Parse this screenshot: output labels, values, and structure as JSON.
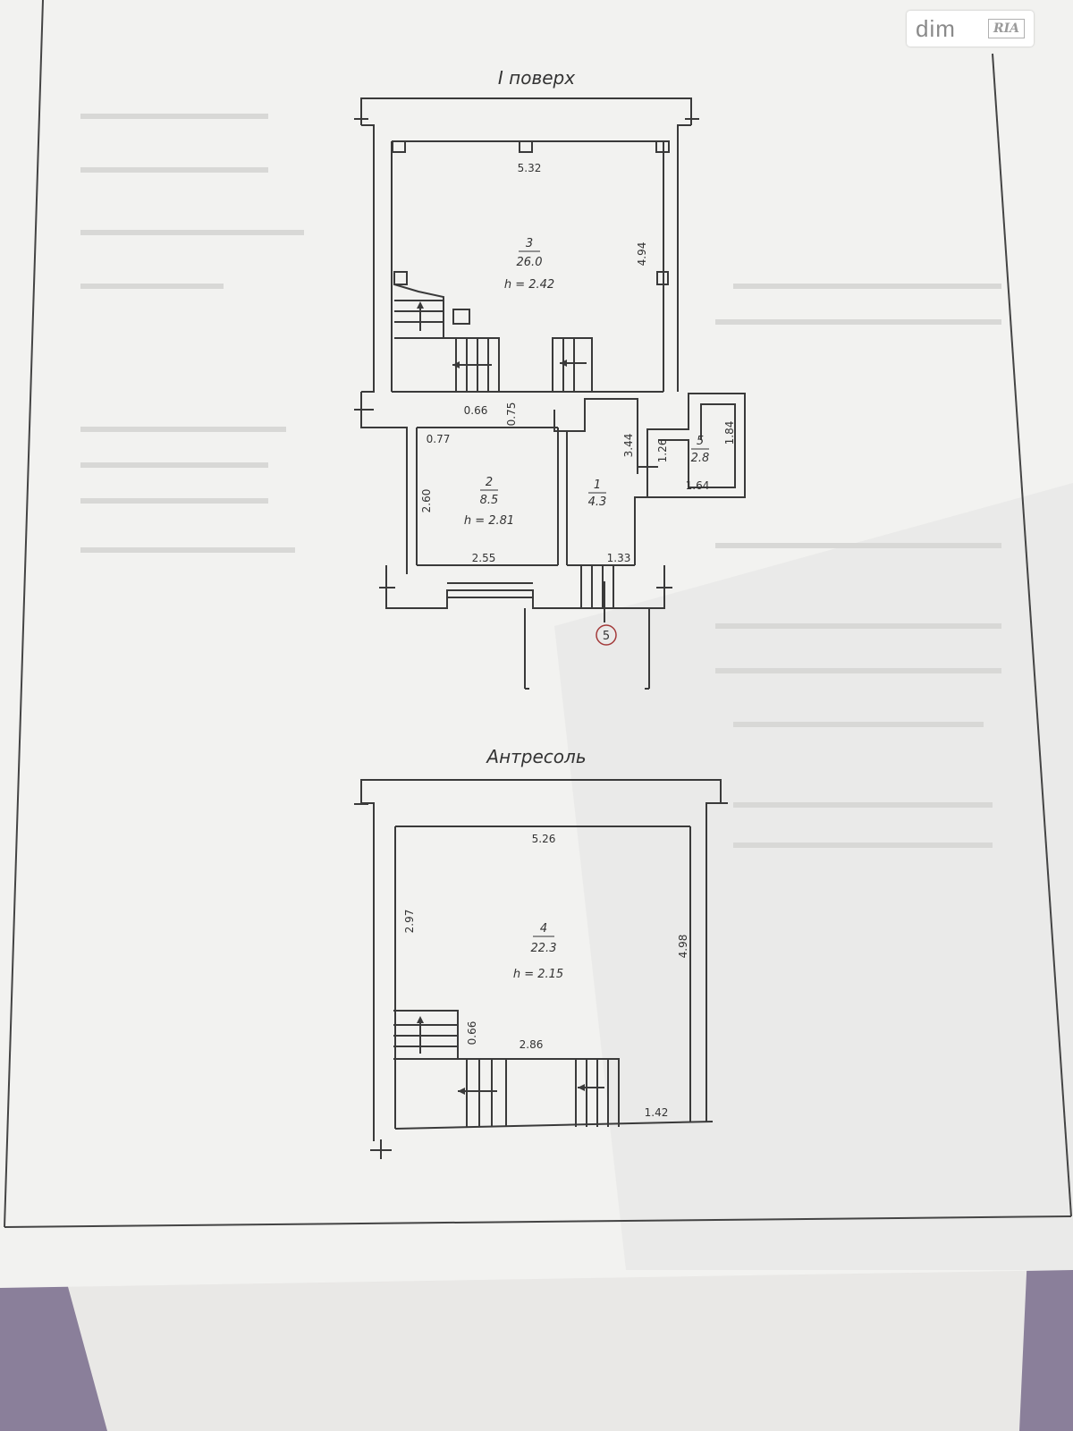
{
  "watermark": {
    "brand": "dim",
    "badge": "RIA"
  },
  "floors": [
    {
      "title": "I поверх"
    },
    {
      "title": "Антресоль"
    }
  ],
  "rooms": [
    {
      "number": "3",
      "area": "26.0",
      "height": "h = 2.42"
    },
    {
      "number": "2",
      "area": "8.5",
      "height": "h = 2.81"
    },
    {
      "number": "1",
      "area": "4.3"
    },
    {
      "number": "5",
      "area": "2.8"
    },
    {
      "number": "4",
      "area": "22.3",
      "height": "h = 2.15"
    }
  ],
  "dimensions": {
    "r3_width": "5.32",
    "r3_depth": "4.94",
    "hall_a": "0.66",
    "hall_b": "0.75",
    "r2_top": "0.77",
    "r2_height": "2.60",
    "r2_width": "2.55",
    "r1_depth": "3.44",
    "r1_width": "1.33",
    "r5_side": "1.26",
    "r5_depth": "1.84",
    "r5_width": "1.64",
    "r4_width": "5.26",
    "r4_left": "2.97",
    "r4_right": "4.98",
    "r4_stair_h": "0.66",
    "r4_stair_w": "2.86",
    "r4_corner": "1.42"
  },
  "axis_marker": "5",
  "colors": {
    "paper": "#f3f3f1",
    "ink": "#3a3a3a",
    "marker": "#a33a3a",
    "background": "#8a7f9a"
  }
}
